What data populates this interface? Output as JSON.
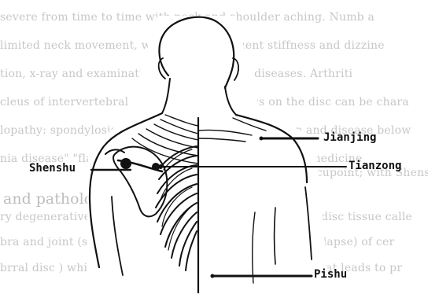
{
  "background_text": {
    "lines": [
      "severe from time to time with neck and shoulder aching. Numb a",
      "limited neck movement, weak grasp, frequent stiffness and dizzine",
      "tion, x-ray and examination of degenerative diseases. Arthriti",
      "cleus of intervertebral disc protrudes to press on the disc can be chara",
      "lopathy: spondylosis (osteophytes) and degeneration and disease below",
      "nia disease\" \"flaccid paralysis\" in terms of traditional medicine",
      "a acupoint; with Shenshu",
      "ry degenerative deterioration of cervical intervertebral disc tissue calle",
      "bra and joint (such as hypertrophic, ossification and prolapse) of cer",
      "brral disc ) which depresses radicular and spinal cord that leads to pr"
    ],
    "heading": "and pathology"
  },
  "labels": {
    "jianjing": "Jianjing",
    "shenshu": "Shenshu",
    "tianzong": "Tianzong",
    "pishu": "Pishu"
  },
  "colors": {
    "ink": "#111111",
    "background_text": "#c7c7c7"
  }
}
